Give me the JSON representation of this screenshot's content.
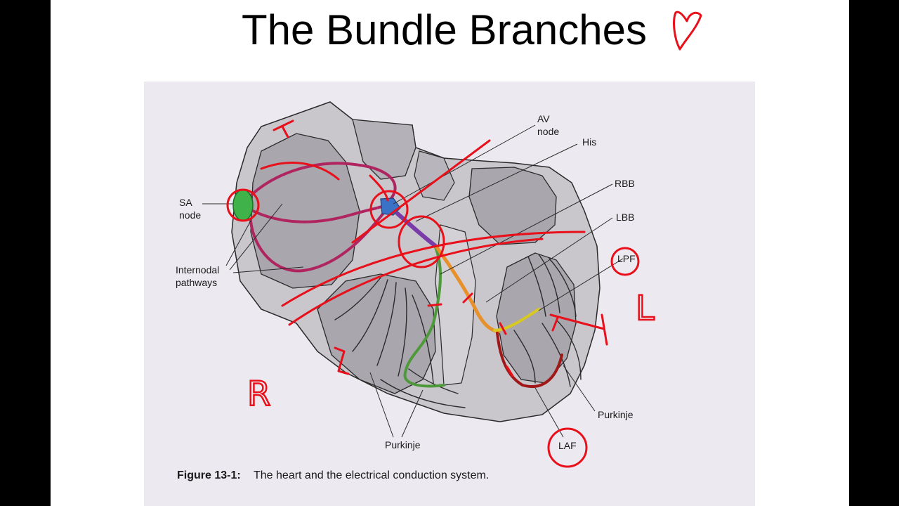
{
  "slide": {
    "title": "The Bundle Branches"
  },
  "figure": {
    "labels": {
      "av": [
        "AV",
        "node"
      ],
      "his": "His",
      "rbb": "RBB",
      "lbb": "LBB",
      "lpf": "LPF",
      "sa": [
        "SA",
        "node"
      ],
      "internodal": [
        "Internodal",
        "pathways"
      ],
      "purkinje_right": "Purkinje",
      "purkinje_bottom": "Purkinje",
      "laf": "LAF"
    },
    "caption": {
      "number": "Figure 13-1:",
      "text": "The heart and the electrical conduction system."
    }
  },
  "colors": {
    "annotation_ink": "#e8101b",
    "sa_node": "#3fb24a",
    "av_node": "#3a72c8",
    "internodal": "#b0245f",
    "right_bundle": "#4e9a3a",
    "left_bundle": "#e8902a",
    "left_posterior": "#d8c820",
    "left_anterior": "#a01818",
    "his_bundle": "#7a3aa8"
  },
  "annotations": {
    "handwritten_right": "R",
    "handwritten_left": "L"
  }
}
